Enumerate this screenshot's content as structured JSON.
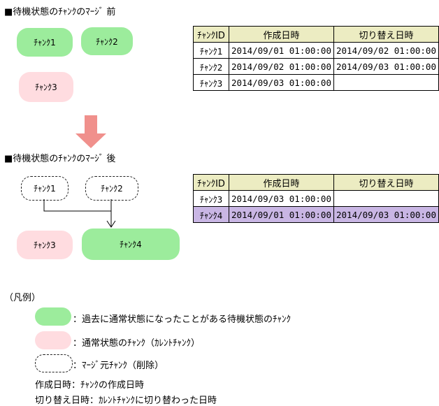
{
  "before": {
    "title": "■待機状態のﾁｬﾝｸのﾏｰｼﾞ 前",
    "chunks": [
      "ﾁｬﾝｸ1",
      "ﾁｬﾝｸ2",
      "ﾁｬﾝｸ3"
    ],
    "table": {
      "headers": [
        "ﾁｬﾝｸID",
        "作成日時",
        "切り替え日時"
      ],
      "rows": [
        [
          "ﾁｬﾝｸ1",
          "2014/09/01 01:00:00",
          "2014/09/02 01:00:00"
        ],
        [
          "ﾁｬﾝｸ2",
          "2014/09/02 01:00:00",
          "2014/09/03 01:00:00"
        ],
        [
          "ﾁｬﾝｸ3",
          "2014/09/03 01:00:00",
          ""
        ]
      ]
    }
  },
  "after": {
    "title": "■待機状態のﾁｬﾝｸのﾏｰｼﾞ 後",
    "merged_chunks": [
      "ﾁｬﾝｸ1",
      "ﾁｬﾝｸ2"
    ],
    "chunks": [
      "ﾁｬﾝｸ3",
      "ﾁｬﾝｸ4"
    ],
    "table": {
      "headers": [
        "ﾁｬﾝｸID",
        "作成日時",
        "切り替え日時"
      ],
      "rows": [
        [
          "ﾁｬﾝｸ3",
          "2014/09/03 01:00:00",
          ""
        ],
        [
          "ﾁｬﾝｸ4",
          "2014/09/01 01:00:00",
          "2014/09/03 01:00:00"
        ]
      ],
      "highlighted_row": 1
    }
  },
  "legend": {
    "title": "（凡例）",
    "items": [
      {
        "swatch": "green-chunk",
        "label": "：過去に通常状態になったことがある待機状態のﾁｬﾝｸ"
      },
      {
        "swatch": "pink-chunk",
        "label": "：通常状態のﾁｬﾝｸ（ｶﾚﾝﾄﾁｬﾝｸ）"
      },
      {
        "swatch": "dashed-chunk",
        "label": "：ﾏｰｼﾞ元ﾁｬﾝｸ（削除）"
      }
    ],
    "notes": [
      "作成日時：ﾁｬﾝｸの作成日時",
      "切り替え日時：ｶﾚﾝﾄﾁｬﾝｸに切り替わった日時"
    ]
  },
  "colors": {
    "merged_chunk_green": "#9CEC9C",
    "current_chunk_pink": "#FFDCE0",
    "table_header_bg": "#ECECC2",
    "highlight_row_bg": "#C9B6E4",
    "arrow_pink": "#F0908C"
  }
}
